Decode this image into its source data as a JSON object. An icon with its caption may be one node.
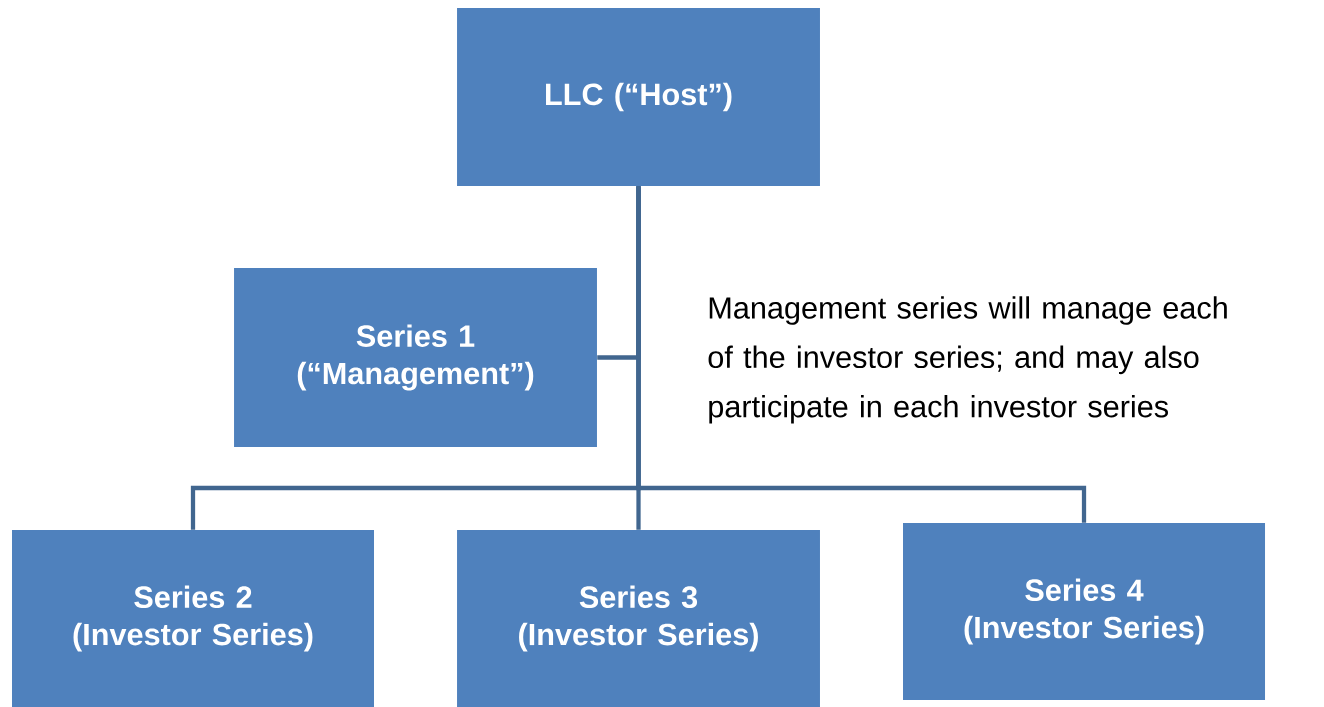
{
  "diagram": {
    "nodes": [
      {
        "text": [
          "LLC (“Host”)"
        ]
      },
      {
        "text": [
          "Series 1 (“Management”)"
        ]
      },
      {
        "text": [
          "Series 2 (Investor Series)"
        ]
      },
      {
        "text": [
          "Series 3 (Investor Series)"
        ]
      },
      {
        "text": [
          "Series 4 (Investor Series)"
        ]
      }
    ],
    "edges": [
      {
        "from": 0,
        "to": 1,
        "arrow": "none"
      },
      {
        "from": 0,
        "to": 2,
        "arrow": "none"
      },
      {
        "from": 0,
        "to": 3,
        "arrow": "none"
      },
      {
        "from": 0,
        "to": 4,
        "arrow": "none"
      }
    ],
    "labels": [
      "Management series will manage each of the investor series; and may also participate in each investor series"
    ]
  }
}
